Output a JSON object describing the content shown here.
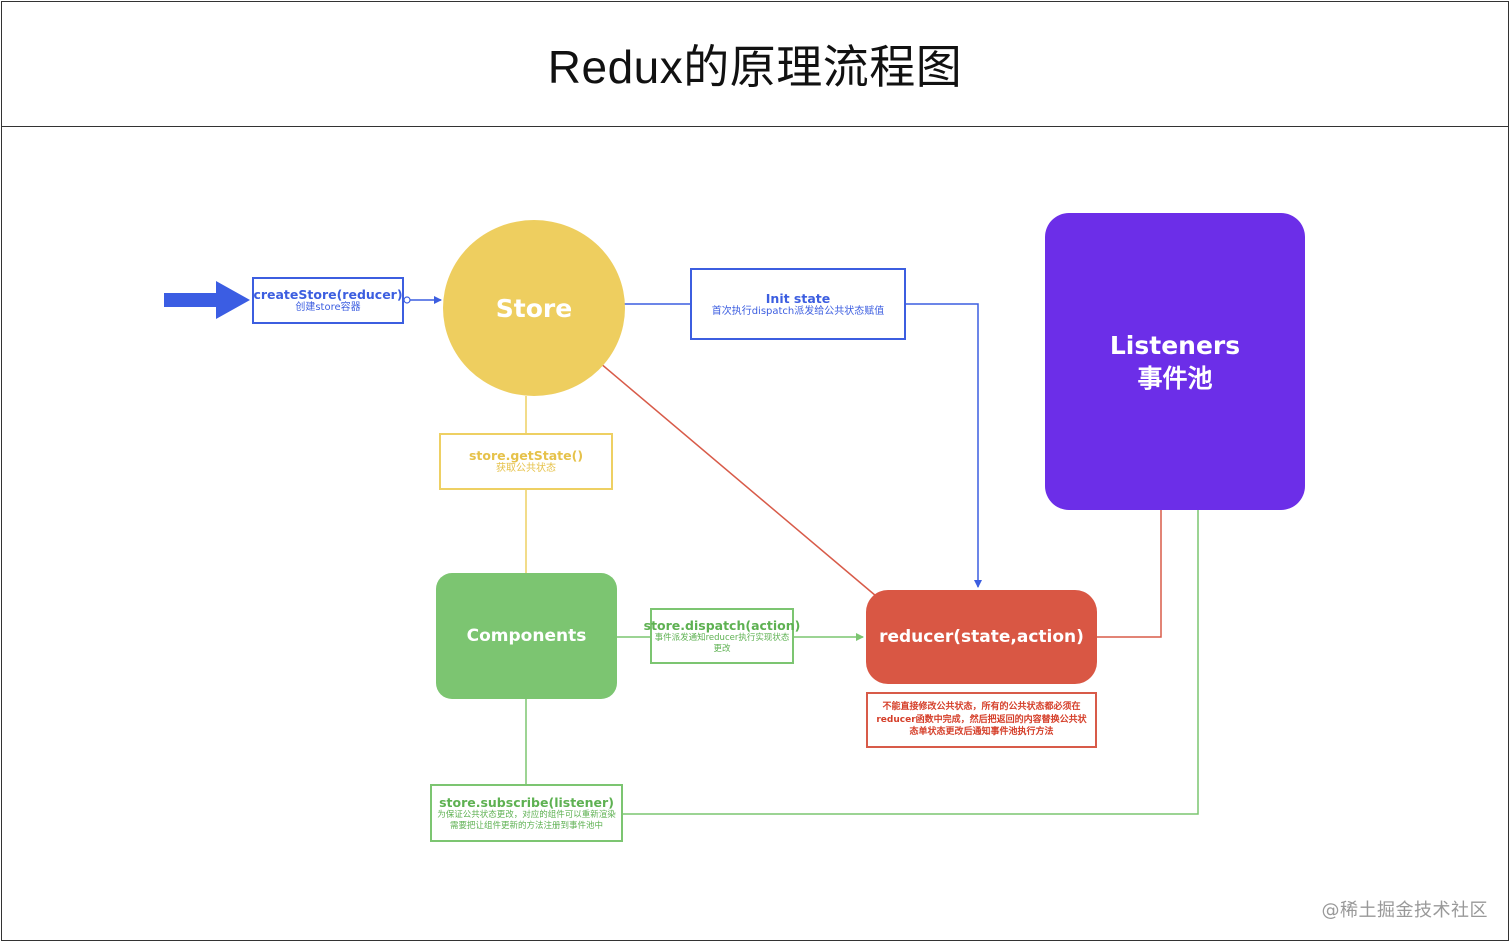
{
  "title": "Redux的原理流程图",
  "nodes": {
    "store": "Store",
    "listeners_line1": "Listeners",
    "listeners_line2": "事件池",
    "components": "Components",
    "reducer": "reducer(state,action)"
  },
  "labels": {
    "create_store": {
      "main": "createStore(reducer)",
      "sub": "创建store容器"
    },
    "init_state": {
      "main": "Init state",
      "sub": "首次执行dispatch派发给公共状态赋值"
    },
    "get_state": {
      "main": "store.getState()",
      "sub": "获取公共状态"
    },
    "dispatch": {
      "main": "store.dispatch(action)",
      "sub": "事件派发通知reducer执行实现状态更改"
    },
    "reducer_rule": "不能直接修改公共状态，所有的公共状态都必须在reducer函数中完成，然后把返回的内容替换公共状态单状态更改后通知事件池执行方法",
    "subscribe": {
      "main": "store.subscribe(listener)",
      "sub": "为保证公共状态更改，对应的组件可以重新渲染需要把让组件更新的方法注册到事件池中"
    }
  },
  "colors": {
    "store": "#eece5f",
    "listeners": "#6c2ee8",
    "components": "#7cc571",
    "reducer": "#d95744",
    "blue_line": "#3c5ee0",
    "red_line": "#d85b49",
    "green_line": "#7cc571",
    "yellow_line": "#eed063"
  },
  "watermark": "@稀土掘金技术社区"
}
